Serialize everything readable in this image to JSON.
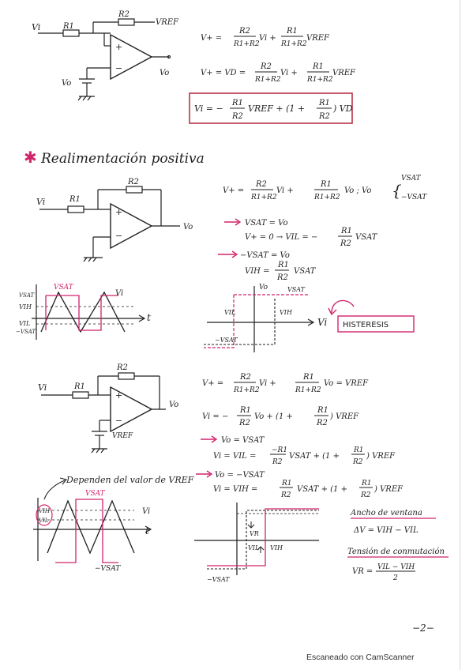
{
  "section1": {
    "labels": {
      "vi": "Vi",
      "r1": "R1",
      "r2": "R2",
      "vref": "VREF",
      "vo": "Vo",
      "vo_in": "Vo"
    },
    "eq1": {
      "lhs": "V+ =",
      "f1_num": "R2",
      "f1_den": "R1+R2",
      "t1": "Vi +",
      "f2_num": "R1",
      "f2_den": "R1+R2",
      "t2": "VREF"
    },
    "eq2": {
      "lhs": "V+ = VD =",
      "f1_num": "R2",
      "f1_den": "R1+R2",
      "t1": "Vi +",
      "f2_num": "R1",
      "f2_den": "R1+R2",
      "t2": "VREF"
    },
    "eq3": {
      "lhs": "Vi = −",
      "f1_num": "R1",
      "f1_den": "R2",
      "t1": "VREF + (1 +",
      "f2_num": "R1",
      "f2_den": "R2",
      "t2": ") VD"
    }
  },
  "section2": {
    "heading": "Realimentación positiva",
    "labels": {
      "vi": "Vi",
      "r1": "R1",
      "r2": "R2",
      "vo": "Vo"
    },
    "eq1": {
      "lhs": "V+ =",
      "f1_num": "R2",
      "f1_den": "R1+R2",
      "t1": "Vi +",
      "f2_num": "R1",
      "f2_den": "R1+R2",
      "t2": "Vo  ;  Vo",
      "vsat_pos": "VSAT",
      "vsat_neg": "−VSAT"
    },
    "case1": "VSAT = Vo",
    "eq2": {
      "lhs": "V+ = 0 → VIL = −",
      "f_num": "R1",
      "f_den": "R2",
      "t": "VSAT"
    },
    "case2": "−VSAT = Vo",
    "eq3": {
      "lhs": "VIH =",
      "f_num": "R1",
      "f_den": "R2",
      "t": "VSAT"
    },
    "wave": {
      "vsat": "VSAT",
      "vih": "VIH",
      "vil": "VIL",
      "neg_vsat": "−VSAT",
      "vi": "Vi",
      "t": "t"
    },
    "hyst": {
      "vo": "Vo",
      "vsat": "VSAT",
      "vil": "VIL",
      "vih": "VIH",
      "neg_vsat": "−VSAT",
      "vi": "Vi"
    },
    "hysteresis_label": "HISTERESIS"
  },
  "section3": {
    "labels": {
      "vi": "Vi",
      "r1": "R1",
      "r2": "R2",
      "vo": "Vo",
      "vref": "VREF"
    },
    "eq1": {
      "lhs": "V+ =",
      "f1_num": "R2",
      "f1_den": "R1+R2",
      "t1": "Vi +",
      "f2_num": "R1",
      "f2_den": "R1+R2",
      "t2": "Vo = VREF"
    },
    "eq2": {
      "lhs": "Vi = −",
      "f1_num": "R1",
      "f1_den": "R2",
      "t1": "Vo + (1 +",
      "f2_num": "R1",
      "f2_den": "R2",
      "t2": ") VREF"
    },
    "case1": "Vo = VSAT",
    "eq3": {
      "lhs": "Vi = VIL =",
      "f1_num": "−R1",
      "f1_den": "R2",
      "t1": "VSAT + (1 +",
      "f2_num": "R1",
      "f2_den": "R2",
      "t2": ") VREF"
    },
    "case2": "Vo = −VSAT",
    "eq4": {
      "lhs": "Vi = VIH =",
      "f1_num": "R1",
      "f1_den": "R2",
      "t1": "VSAT + (1 +",
      "f2_num": "R1",
      "f2_den": "R2",
      "t2": ") VREF"
    },
    "depend": "Dependen del valor de VREF",
    "wave": {
      "vsat": "VSAT",
      "vih": "VIH",
      "vil": "VIL",
      "neg_vsat": "−VSAT",
      "vi": "Vi",
      "t": "t"
    },
    "hyst": {
      "vr": "VR",
      "vil": "VIL",
      "vih": "VIH",
      "neg_vsat": "−VSAT"
    },
    "ancho_title": "Ancho de ventana",
    "ancho_eq": "ΔV = VIH − VIL",
    "tension_title": "Tensión de conmutación",
    "tension_lhs": "VR =",
    "tension_num": "VIL − VIH",
    "tension_den": "2"
  },
  "page_number": "−2−",
  "footer": "Escaneado con CamScanner",
  "colors": {
    "ink": "#1f1f1f",
    "accent": "#d1246b",
    "box": "#b8334a"
  }
}
